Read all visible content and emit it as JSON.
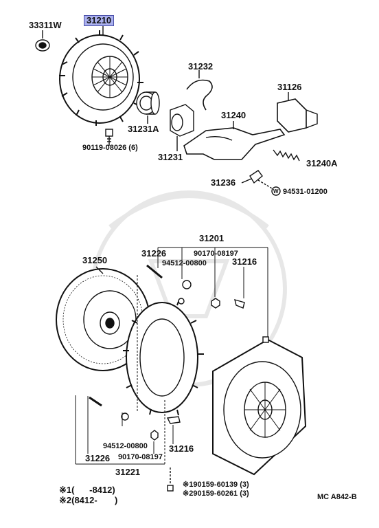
{
  "labels": {
    "p33311W": "33311W",
    "p31210": "31210",
    "p31232": "31232",
    "p31126": "31126",
    "p31231A": "31231A",
    "p31240": "31240",
    "p90119": "90119-08026 (6)",
    "p31231": "31231",
    "p31240A": "31240A",
    "p31236": "31236",
    "p94531": "94531-01200",
    "p31201": "31201",
    "p31226_top": "31226",
    "p90170_top": "90170-08197",
    "p94512_top": "94512-00800",
    "p31216_top": "31216",
    "p31250": "31250",
    "p94512_bot": "94512-00800",
    "p90170_bot": "90170-08197",
    "p31226_bot": "31226",
    "p31216_bot": "31216",
    "p31221": "31221",
    "p190159": "※190159-60139 (3)",
    "p290159": "※290159-60261 (3)"
  },
  "washer_mark": "W",
  "legend": {
    "row1": "※1(      -8412)",
    "row2": "※2(8412-       )"
  },
  "code": "MC A842-B",
  "colors": {
    "highlight": "#aab0ee",
    "ink": "#111111"
  }
}
